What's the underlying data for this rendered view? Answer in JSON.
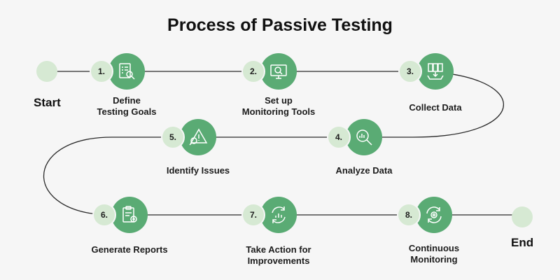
{
  "title": "Process of Passive Testing",
  "start_label": "Start",
  "end_label": "End",
  "colors": {
    "accent": "#5aab74",
    "light": "#d6e9d3",
    "line": "#2a2a2a"
  },
  "steps": [
    {
      "number": "1.",
      "label": "Define\nTesting Goals",
      "icon": "checklist-magnifier-icon"
    },
    {
      "number": "2.",
      "label": "Set up\nMonitoring Tools",
      "icon": "monitor-magnifier-icon"
    },
    {
      "number": "3.",
      "label": "Collect Data",
      "icon": "data-files-tray-icon"
    },
    {
      "number": "4.",
      "label": "Analyze Data",
      "icon": "chart-magnifier-icon"
    },
    {
      "number": "5.",
      "label": "Identify Issues",
      "icon": "warning-magnifier-icon"
    },
    {
      "number": "6.",
      "label": "Generate Reports",
      "icon": "clipboard-add-icon"
    },
    {
      "number": "7.",
      "label": "Take Action for\nImprovements",
      "icon": "cycle-chart-icon"
    },
    {
      "number": "8.",
      "label": "Continuous\nMonitoring",
      "icon": "refresh-gear-icon"
    }
  ]
}
